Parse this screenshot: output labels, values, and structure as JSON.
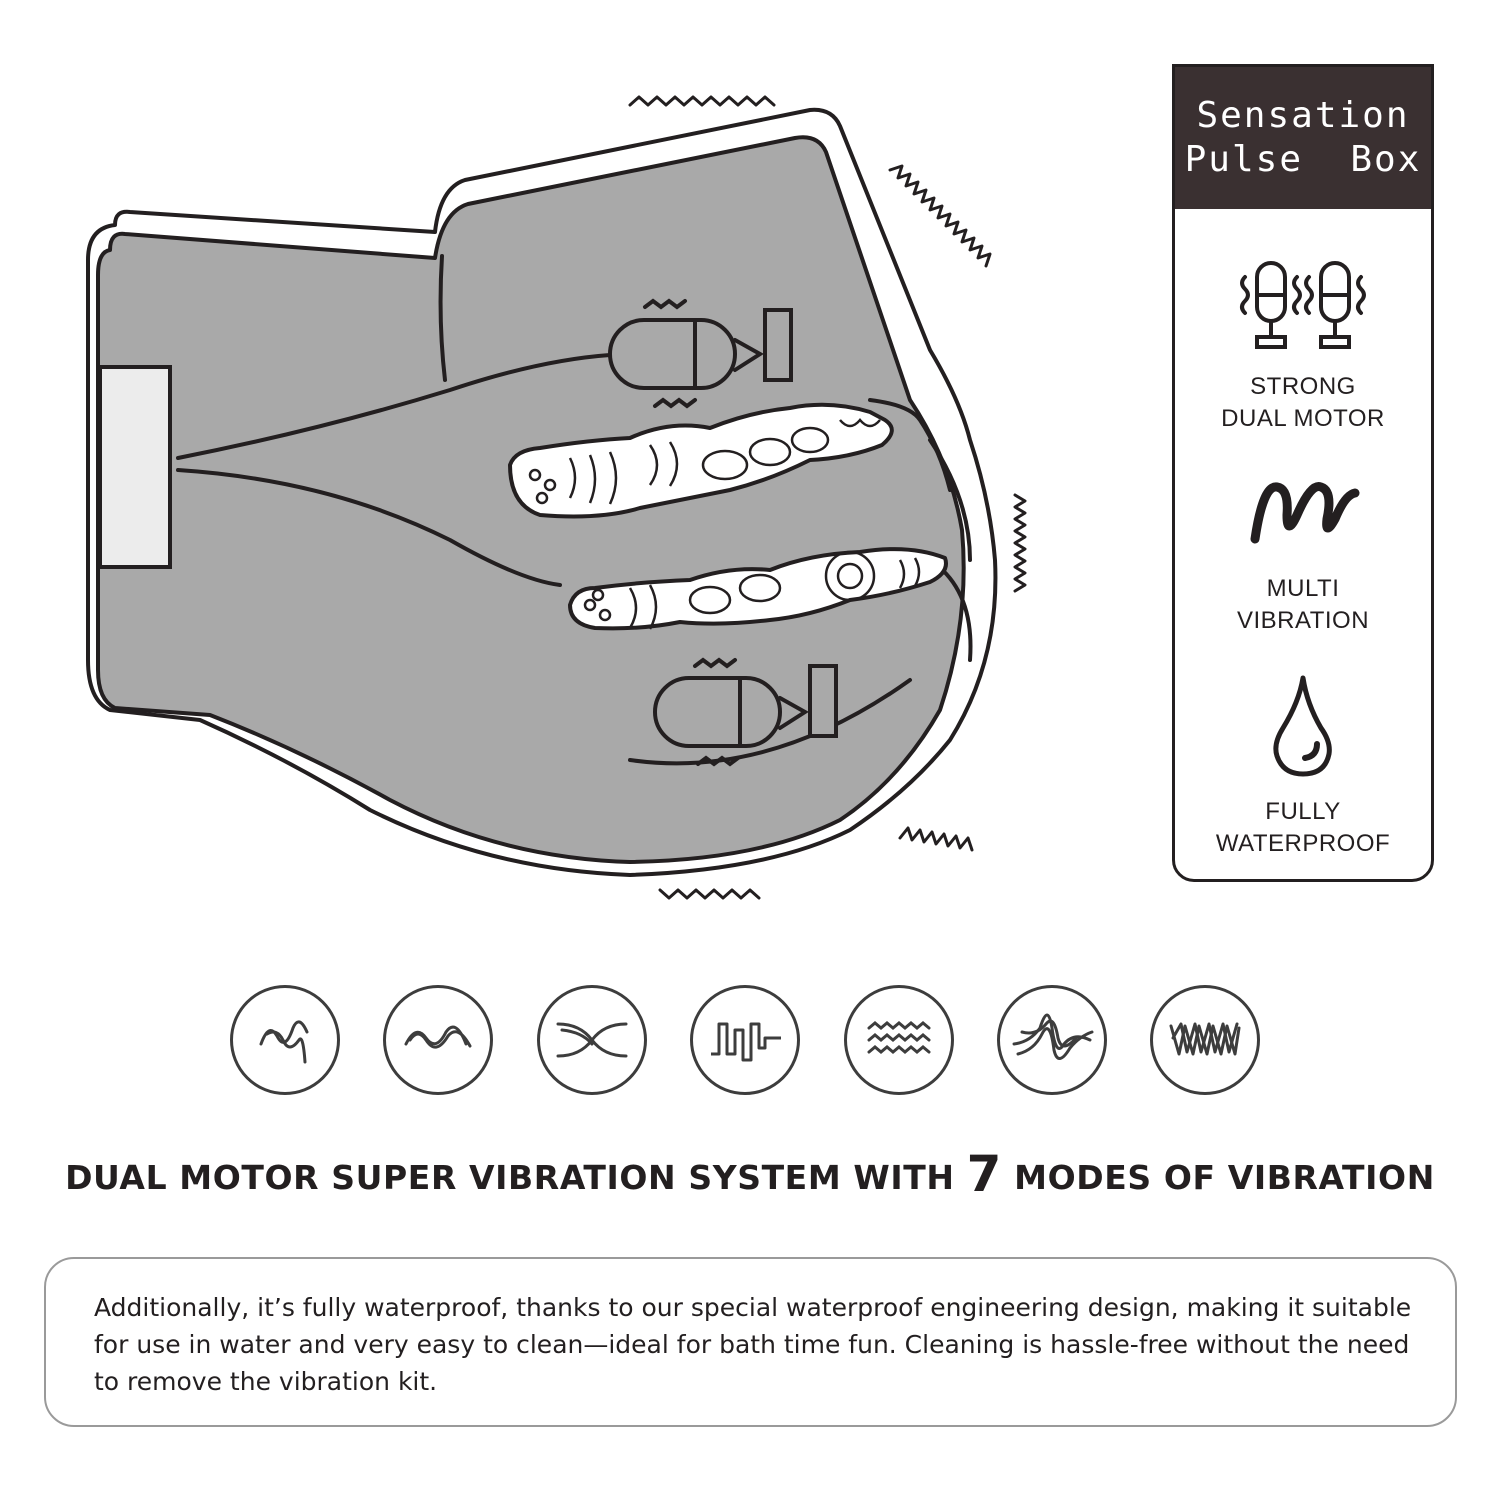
{
  "feature_box": {
    "title_line1": "Sensation",
    "title_line2": "Pulse  Box",
    "features": [
      {
        "icon": "dual-motor-icon",
        "line1": "STRONG",
        "line2": "DUAL MOTOR"
      },
      {
        "icon": "vibration-wave-icon",
        "line1": "MULTI",
        "line2": "VIBRATION"
      },
      {
        "icon": "water-drop-icon",
        "line1": "FULLY",
        "line2": "WATERPROOF"
      }
    ]
  },
  "modes": [
    {
      "icon": "mode-1-wave-icon"
    },
    {
      "icon": "mode-2-wave-icon"
    },
    {
      "icon": "mode-3-cross-wave-icon"
    },
    {
      "icon": "mode-4-pulse-icon"
    },
    {
      "icon": "mode-5-ripple-icon"
    },
    {
      "icon": "mode-6-burst-icon"
    },
    {
      "icon": "mode-7-zigzag-icon"
    }
  ],
  "headline": {
    "before": "DUAL MOTOR SUPER VIBRATION SYSTEM WITH ",
    "number": "7",
    "after": " MODES OF VIBRATION"
  },
  "description": "Additionally, it’s fully waterproof, thanks to our special waterproof engineering design, making it suitable for use in water and very easy to clean—ideal for bath time fun. Cleaning is hassle-free without the need to remove the vibration kit.",
  "colors": {
    "ink": "#231f20",
    "body_gray": "#a9a9a9",
    "header_bg": "#3a3031",
    "card_border": "#9a9a9a"
  }
}
